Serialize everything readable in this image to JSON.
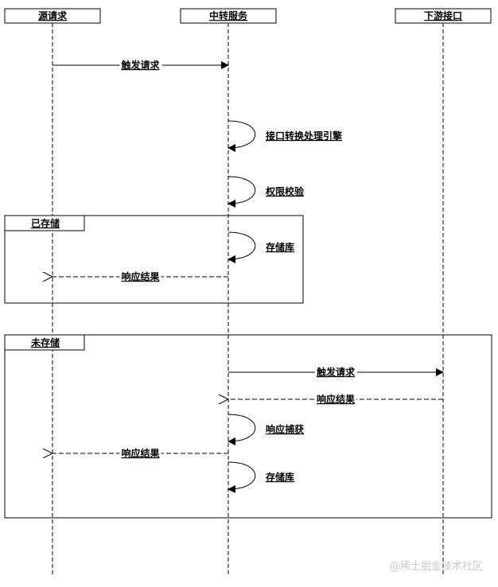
{
  "participants": [
    {
      "id": "source",
      "label": "源请求"
    },
    {
      "id": "relay",
      "label": "中转服务"
    },
    {
      "id": "downstream",
      "label": "下游接口"
    }
  ],
  "messages": [
    {
      "from": "source",
      "to": "relay",
      "label": "触发请求",
      "style": "solid"
    },
    {
      "from": "relay",
      "to": "relay",
      "label": "接口转换处理引擎",
      "style": "self"
    },
    {
      "from": "relay",
      "to": "relay",
      "label": "权限校验",
      "style": "self"
    },
    {
      "from": "relay",
      "to": "relay",
      "label": "存储库",
      "style": "self"
    },
    {
      "from": "relay",
      "to": "source",
      "label": "响应结果",
      "style": "dashed"
    },
    {
      "from": "relay",
      "to": "downstream",
      "label": "触发请求",
      "style": "solid"
    },
    {
      "from": "downstream",
      "to": "relay",
      "label": "响应结果",
      "style": "dashed"
    },
    {
      "from": "relay",
      "to": "relay",
      "label": "响应捕获",
      "style": "self"
    },
    {
      "from": "relay",
      "to": "source",
      "label": "响应结果",
      "style": "dashed"
    },
    {
      "from": "relay",
      "to": "relay",
      "label": "存储库",
      "style": "self"
    }
  ],
  "fragments": [
    {
      "label": "已存储"
    },
    {
      "label": "未存储"
    }
  ],
  "watermark": "@稀土掘金技术社区",
  "colors": {
    "line": "#000000",
    "watermark": "#c9c9c9"
  }
}
